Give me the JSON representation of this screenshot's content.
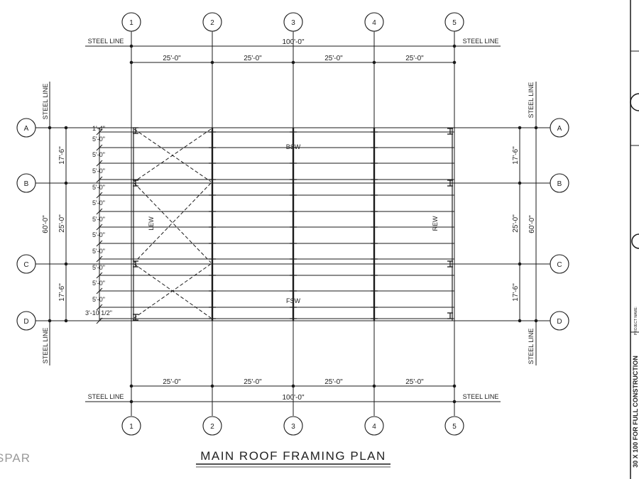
{
  "drawing": {
    "title": "MAIN ROOF FRAMING PLAN",
    "steel_line_label": "STEEL LINE",
    "grid_columns": [
      "1",
      "2",
      "3",
      "4",
      "5"
    ],
    "grid_rows": [
      "A",
      "B",
      "C",
      "D"
    ],
    "overall_length": "100'-0\"",
    "bay_spacings": [
      "25'-0\"",
      "25'-0\"",
      "25'-0\"",
      "25'-0\""
    ],
    "overall_width": "60'-0\"",
    "row_spacings": [
      "17'-6\"",
      "25'-0\"",
      "17'-6\""
    ],
    "purlin_spacings": [
      "1'-4\"",
      "5'-0\"",
      "5'-0\"",
      "5'-0\"",
      "5'-0\"",
      "5'-0\"",
      "5'-0\"",
      "5'-0\"",
      "5'-0\"",
      "5'-0\"",
      "5'-0\"",
      "5'-0\"",
      "3'-10 1/2\""
    ],
    "wall_labels": {
      "back": "BSW",
      "front": "FSW",
      "left": "LEW",
      "right": "REW"
    },
    "watermark": "SPAR",
    "title_block": {
      "project_name_label": "PROJECT NAME:",
      "project_text": "30 X 100 FOR FULL CONSTRUCTION"
    }
  }
}
